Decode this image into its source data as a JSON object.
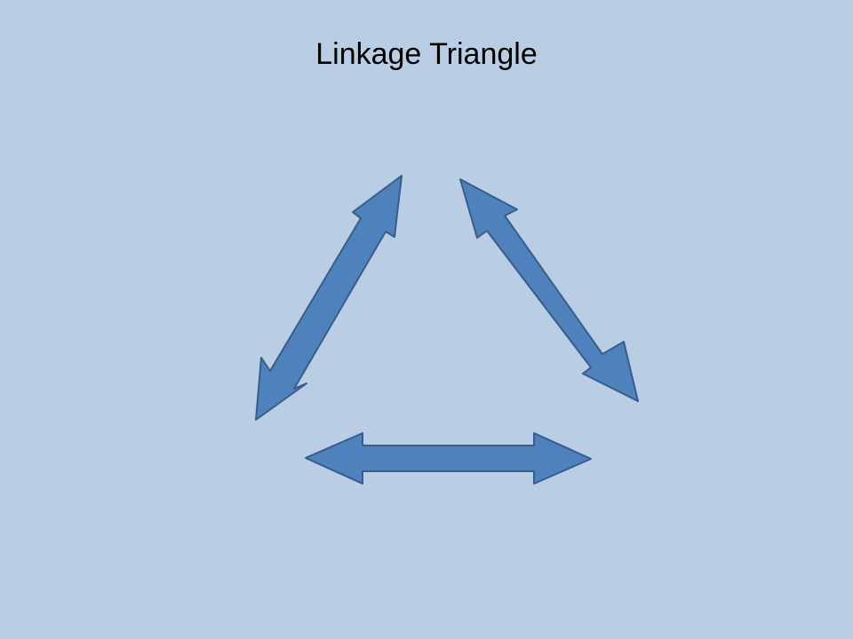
{
  "slide": {
    "title": "Linkage Triangle",
    "background_color": "#B9CDE5"
  },
  "diagram": {
    "arrow_style": {
      "fill": "#4F81BD",
      "stroke": "#385D8A"
    },
    "arrows": [
      {
        "name": "left-double-arrow",
        "heads": "both"
      },
      {
        "name": "right-double-arrow",
        "heads": "both"
      },
      {
        "name": "bottom-double-arrow",
        "heads": "both"
      }
    ]
  }
}
